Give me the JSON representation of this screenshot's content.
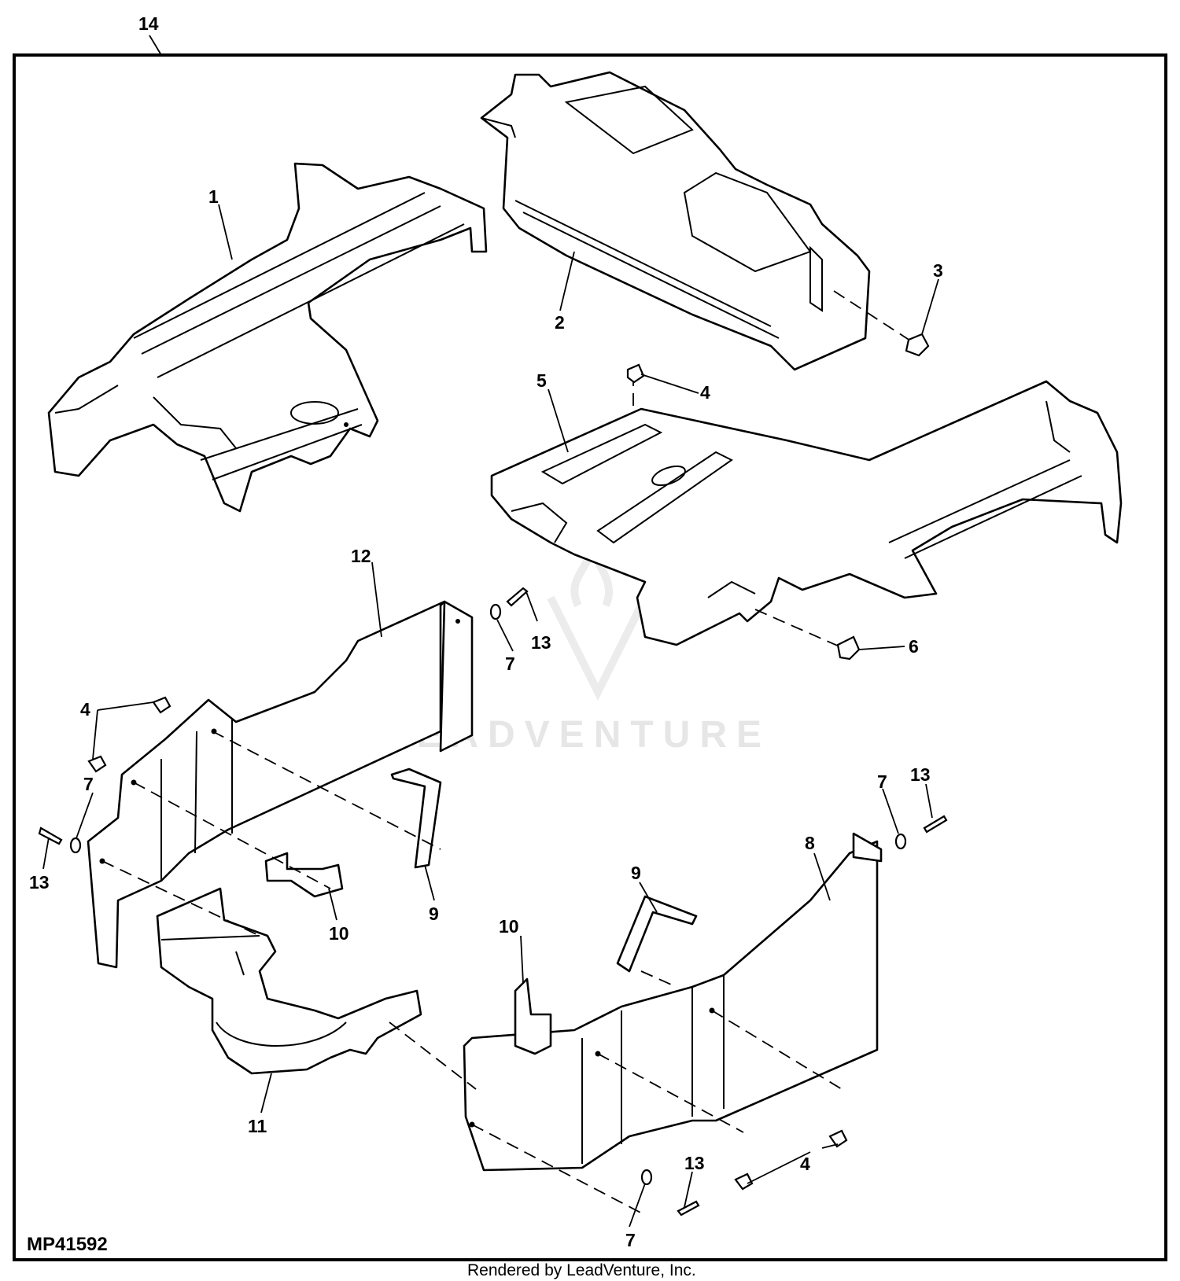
{
  "diagram": {
    "reference_id": "MP41592",
    "credit": "Rendered by LeadVenture, Inc.",
    "watermark": "LEADVENTURE",
    "callouts": [
      {
        "id": "c14",
        "label": "14"
      },
      {
        "id": "c1",
        "label": "1"
      },
      {
        "id": "c2",
        "label": "2"
      },
      {
        "id": "c3",
        "label": "3"
      },
      {
        "id": "c4a",
        "label": "4"
      },
      {
        "id": "c5",
        "label": "5"
      },
      {
        "id": "c6",
        "label": "6"
      },
      {
        "id": "c12",
        "label": "12"
      },
      {
        "id": "c7a",
        "label": "7"
      },
      {
        "id": "c13a",
        "label": "13"
      },
      {
        "id": "c4b",
        "label": "4"
      },
      {
        "id": "c7b",
        "label": "7"
      },
      {
        "id": "c13b",
        "label": "13"
      },
      {
        "id": "c9a",
        "label": "9"
      },
      {
        "id": "c10a",
        "label": "10"
      },
      {
        "id": "c13c",
        "label": "13"
      },
      {
        "id": "c7c",
        "label": "7"
      },
      {
        "id": "c8",
        "label": "8"
      },
      {
        "id": "c9b",
        "label": "9"
      },
      {
        "id": "c10b",
        "label": "10"
      },
      {
        "id": "c11",
        "label": "11"
      },
      {
        "id": "c4c",
        "label": "4"
      },
      {
        "id": "c13d",
        "label": "13"
      },
      {
        "id": "c7d",
        "label": "7"
      }
    ]
  }
}
